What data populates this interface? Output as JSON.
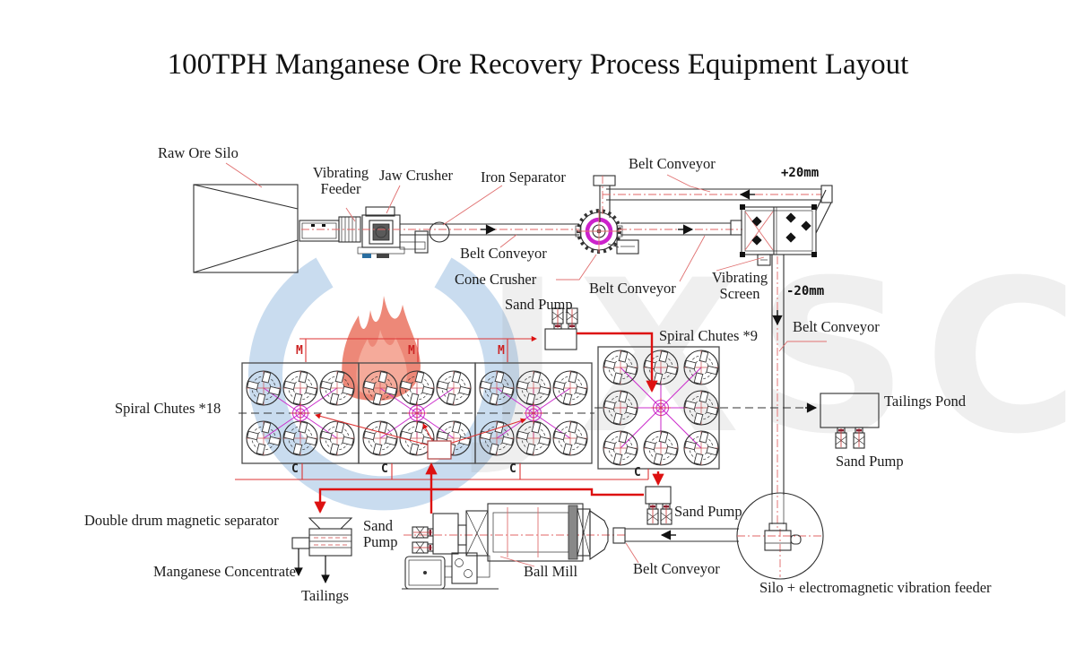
{
  "title": "100TPH Manganese Ore Recovery Process Equipment Layout",
  "watermark": {
    "brand": "JXSC"
  },
  "labels": {
    "raw_ore_silo": "Raw Ore Silo",
    "vibrating_feeder": "Vibrating Feeder",
    "jaw_crusher": "Jaw Crusher",
    "iron_separator": "Iron Separator",
    "belt_conveyor_1": "Belt Conveyor",
    "cone_crusher": "Cone Crusher",
    "belt_conveyor_top": "Belt Conveyor",
    "plus20": "+20mm",
    "belt_conveyor_2": "Belt Conveyor",
    "vibrating_screen": "Vibrating Screen",
    "minus20": "-20mm",
    "sand_pump_top": "Sand Pump",
    "spiral_chutes_9": "Spiral Chutes *9",
    "belt_conveyor_right": "Belt Conveyor",
    "spiral_chutes_18": "Spiral Chutes *18",
    "tailings_pond": "Tailings Pond",
    "sand_pump_right": "Sand Pump",
    "sand_pump_9": "Sand Pump",
    "double_drum": "Double drum magnetic separator",
    "manganese_concentrate": "Manganese Concentrate",
    "tailings": "Tailings",
    "sand_pump_mill": "Sand Pump",
    "ball_mill": "Ball Mill",
    "belt_conveyor_bottom": "Belt Conveyor",
    "silo_feeder": "Silo + electromagnetic vibration feeder",
    "m": "M",
    "c": "C"
  }
}
